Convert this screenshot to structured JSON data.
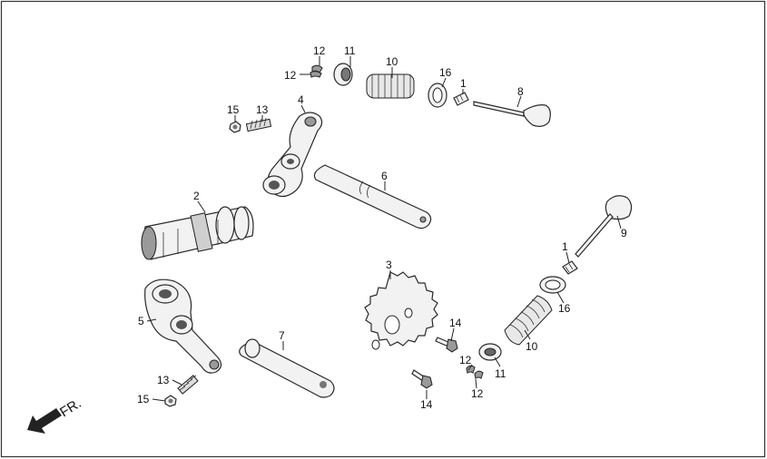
{
  "direction_label": "FR.",
  "callouts": [
    {
      "id": "c12a",
      "text": "12"
    },
    {
      "id": "c12b",
      "text": "12"
    },
    {
      "id": "c11a",
      "text": "11"
    },
    {
      "id": "c10a",
      "text": "10"
    },
    {
      "id": "c16a",
      "text": "16"
    },
    {
      "id": "c1a",
      "text": "1"
    },
    {
      "id": "c8",
      "text": "8"
    },
    {
      "id": "c15a",
      "text": "15"
    },
    {
      "id": "c13a",
      "text": "13"
    },
    {
      "id": "c4",
      "text": "4"
    },
    {
      "id": "c6",
      "text": "6"
    },
    {
      "id": "c2",
      "text": "2"
    },
    {
      "id": "c9",
      "text": "9"
    },
    {
      "id": "c1b",
      "text": "1"
    },
    {
      "id": "c16b",
      "text": "16"
    },
    {
      "id": "c3",
      "text": "3"
    },
    {
      "id": "c14a",
      "text": "14"
    },
    {
      "id": "c10b",
      "text": "10"
    },
    {
      "id": "c5",
      "text": "5"
    },
    {
      "id": "c7",
      "text": "7"
    },
    {
      "id": "c12c",
      "text": "12"
    },
    {
      "id": "c11b",
      "text": "11"
    },
    {
      "id": "c12d",
      "text": "12"
    },
    {
      "id": "c13b",
      "text": "13"
    },
    {
      "id": "c15b",
      "text": "15"
    },
    {
      "id": "c14b",
      "text": "14"
    }
  ]
}
